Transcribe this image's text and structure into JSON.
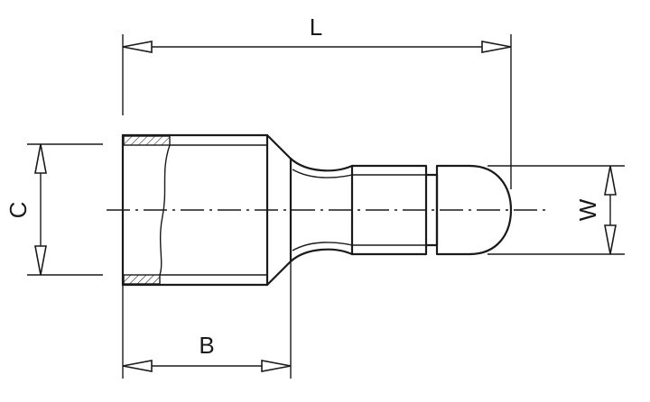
{
  "dimensions": {
    "length": "L",
    "barrel_length": "B",
    "collar_diameter": "C",
    "tip_width": "W"
  },
  "colors": {
    "line": "#1a1a1a",
    "background": "#ffffff"
  }
}
